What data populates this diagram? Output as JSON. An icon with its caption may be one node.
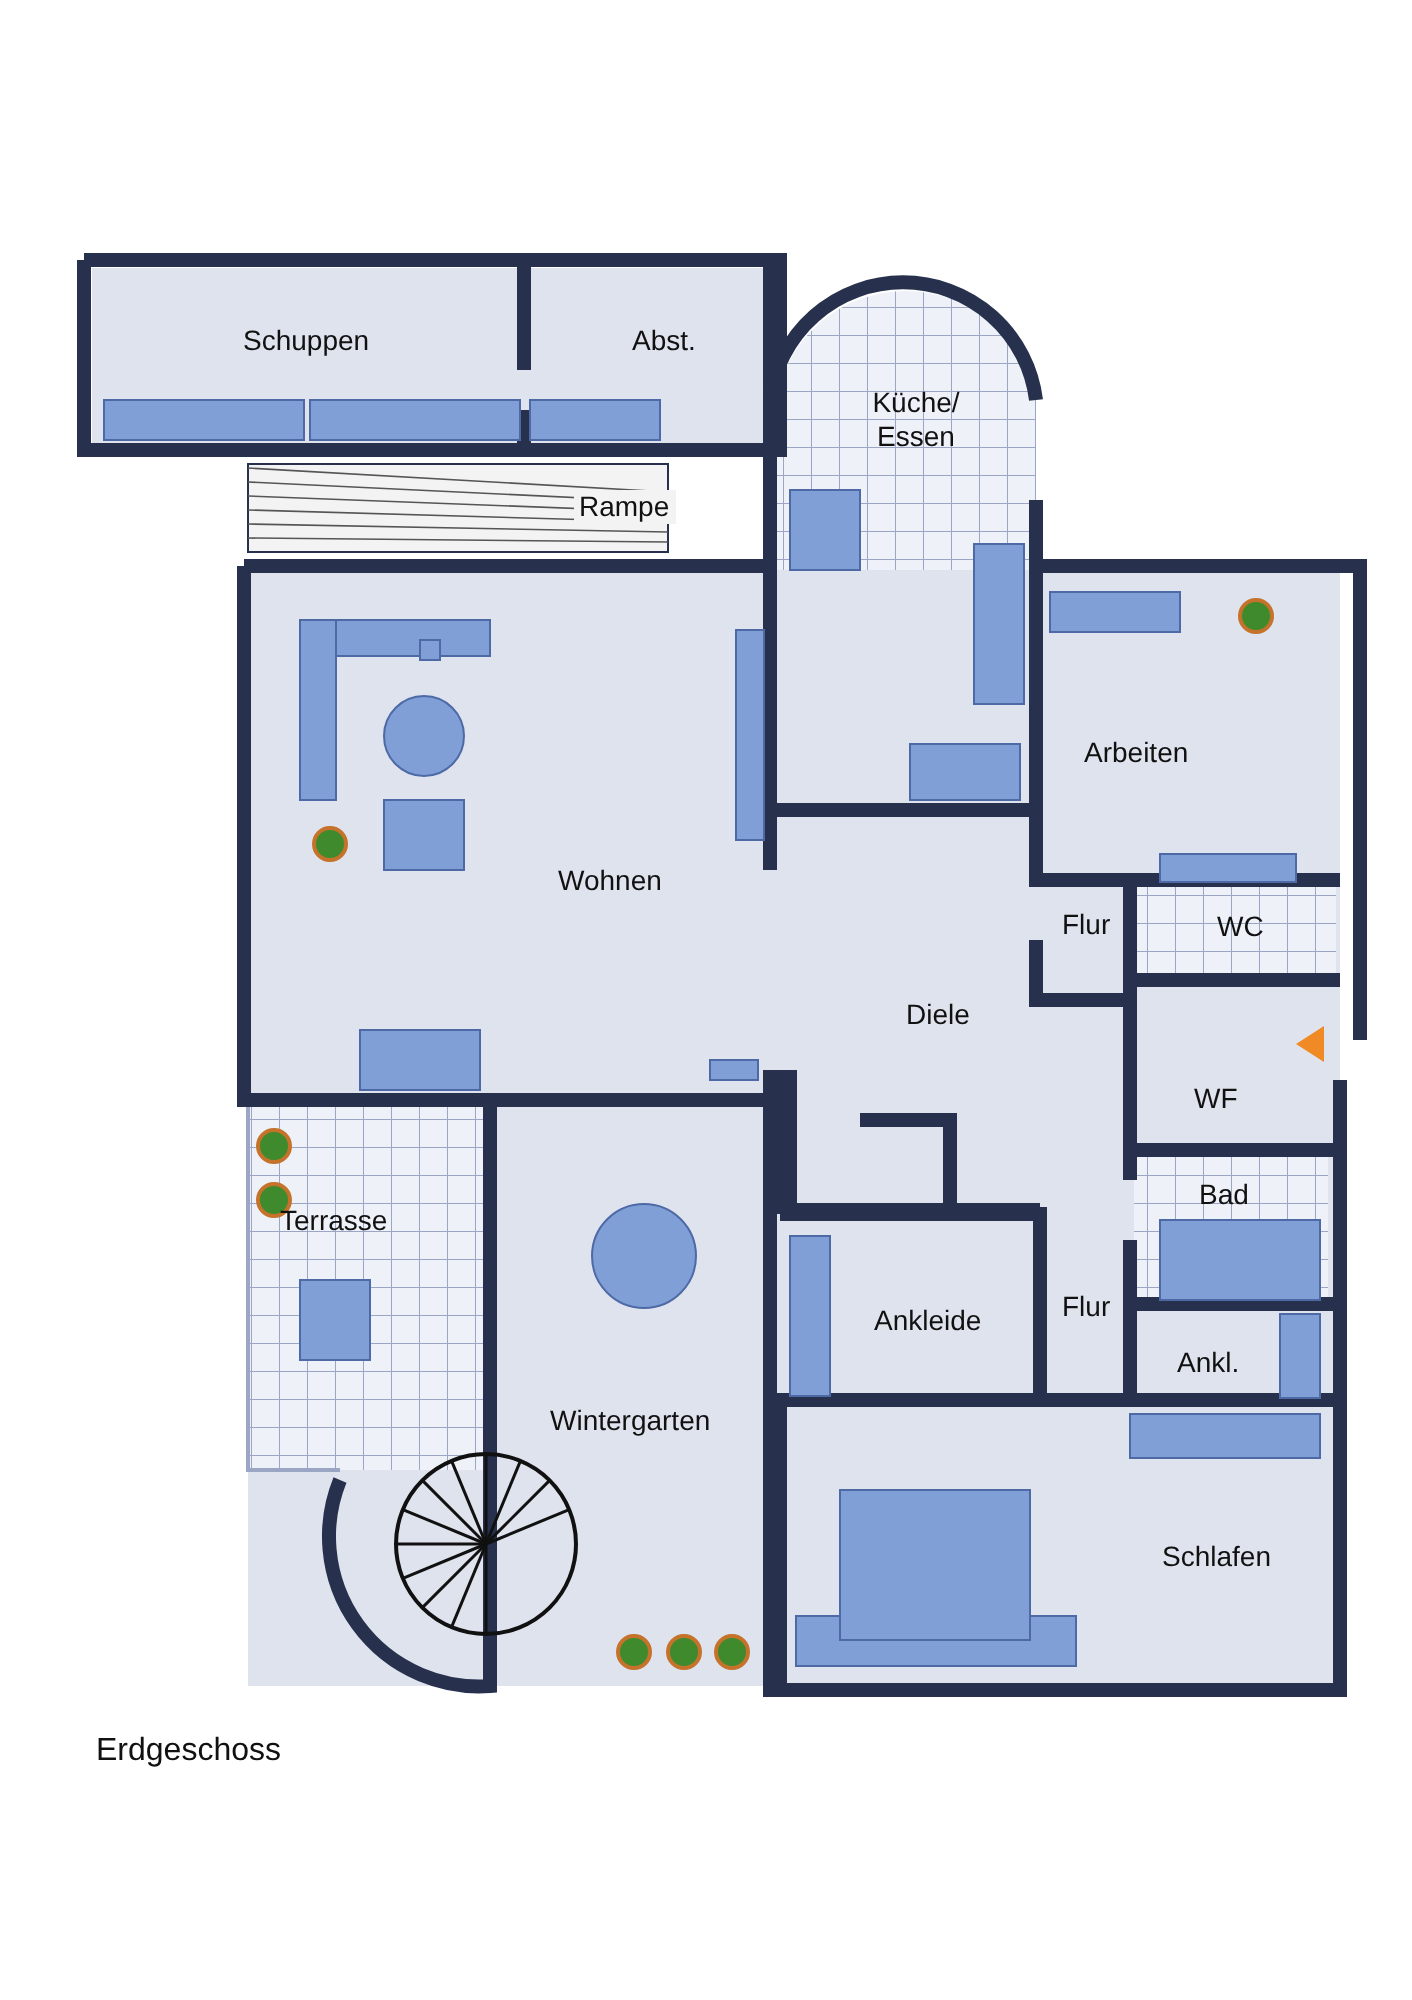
{
  "diagram": {
    "caption": "Erdgeschoss",
    "labels": [
      "Schuppen",
      "Abst.",
      "Küche/ Essen",
      "Rampe",
      "Arbeiten",
      "Wohnen",
      "Flur",
      "WC",
      "Diele",
      "WF",
      "Bad",
      "Terrasse",
      "Ankleide",
      "Flur",
      "Ankl.",
      "Wintergarten",
      "Schlafen"
    ]
  }
}
